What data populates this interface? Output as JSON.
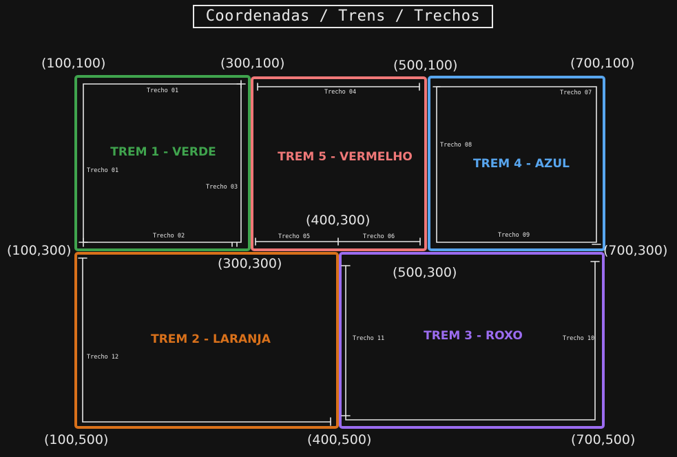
{
  "title": "Coordenadas / Trens / Trechos",
  "coordinates": {
    "c_100_100": "(100,100)",
    "c_300_100": "(300,100)",
    "c_500_100": "(500,100)",
    "c_700_100": "(700,100)",
    "c_100_300": "(100,300)",
    "c_300_300": "(300,300)",
    "c_400_300": "(400,300)",
    "c_500_300": "(500,300)",
    "c_700_300": "(700,300)",
    "c_100_500": "(100,500)",
    "c_400_500": "(400,500)",
    "c_700_500": "(700,500)"
  },
  "trains": {
    "t1": {
      "label": "TREM 1 - VERDE",
      "color": "#3fa34d"
    },
    "t2": {
      "label": "TREM 2 - LARANJA",
      "color": "#d9711b"
    },
    "t3": {
      "label": "TREM 3 - ROXO",
      "color": "#9b6cf0"
    },
    "t4": {
      "label": "TREM 4 - AZUL",
      "color": "#58a6ef"
    },
    "t5": {
      "label": "TREM 5 - VERMELHO",
      "color": "#f07878"
    }
  },
  "segments": {
    "s01_top": "Trecho 01",
    "s01_left": "Trecho 01",
    "s02": "Trecho 02",
    "s03": "Trecho 03",
    "s04": "Trecho 04",
    "s05": "Trecho 05",
    "s06": "Trecho 06",
    "s07": "Trecho 07",
    "s08": "Trecho 08",
    "s09": "Trecho 09",
    "s10": "Trecho 10",
    "s11": "Trecho 11",
    "s12": "Trecho 12"
  }
}
